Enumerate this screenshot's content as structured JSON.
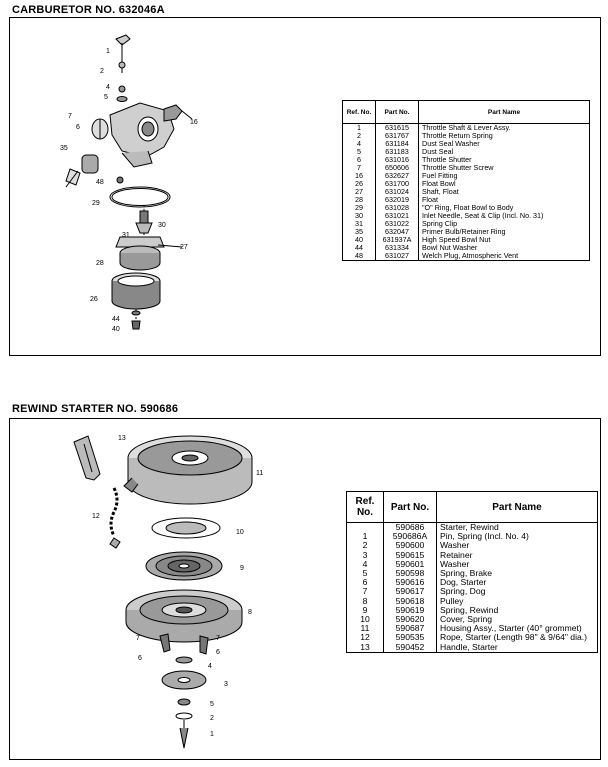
{
  "carburetor": {
    "title": "CARBURETOR NO. 632046A",
    "headers": {
      "ref": "Ref. No.",
      "part": "Part No.",
      "name": "Part Name"
    },
    "rows": [
      {
        "ref": "1",
        "part": "631615",
        "name": "Throttle Shaft & Lever Assy."
      },
      {
        "ref": "2",
        "part": "631767",
        "name": "Throttle Return Spring"
      },
      {
        "ref": "4",
        "part": "631184",
        "name": "Dust Seal Washer"
      },
      {
        "ref": "5",
        "part": "631183",
        "name": "Dust Seal"
      },
      {
        "ref": "6",
        "part": "631016",
        "name": "Throttle Shutter"
      },
      {
        "ref": "7",
        "part": "650606",
        "name": "Throttle Shutter Screw"
      },
      {
        "ref": "16",
        "part": "632627",
        "name": "Fuel Fitting"
      },
      {
        "ref": "26",
        "part": "631700",
        "name": "Float Bowl"
      },
      {
        "ref": "27",
        "part": "631024",
        "name": "Shaft, Float"
      },
      {
        "ref": "28",
        "part": "632019",
        "name": "Float"
      },
      {
        "ref": "29",
        "part": "631028",
        "name": "\"O\" Ring, Float Bowl to Body"
      },
      {
        "ref": "30",
        "part": "631021",
        "name": "Inlet Needle, Seat & Clip (Incl. No. 31)"
      },
      {
        "ref": "31",
        "part": "631022",
        "name": "Spring Clip"
      },
      {
        "ref": "35",
        "part": "632047",
        "name": "Primer Bulb/Retainer Ring"
      },
      {
        "ref": "40",
        "part": "631937A",
        "name": "High Speed Bowl Nut"
      },
      {
        "ref": "44",
        "part": "631334",
        "name": "Bowl Nut Washer"
      },
      {
        "ref": "48",
        "part": "631027",
        "name": "Welch Plug, Atmospheric Vent"
      }
    ],
    "callouts": [
      "1",
      "2",
      "4",
      "5",
      "6",
      "7",
      "16",
      "35",
      "48",
      "29",
      "30",
      "31",
      "27",
      "28",
      "26",
      "44",
      "40"
    ]
  },
  "starter": {
    "title": "REWIND STARTER NO. 590686",
    "headers": {
      "ref": "Ref. No.",
      "part": "Part No.",
      "name": "Part Name"
    },
    "rows": [
      {
        "ref": "",
        "part": "590686",
        "name": "Starter, Rewind"
      },
      {
        "ref": "1",
        "part": "590686A",
        "name": "Pin, Spring (Incl. No. 4)"
      },
      {
        "ref": "2",
        "part": "590600",
        "name": "Washer"
      },
      {
        "ref": "3",
        "part": "590615",
        "name": "Retainer"
      },
      {
        "ref": "4",
        "part": "590601",
        "name": "Washer"
      },
      {
        "ref": "5",
        "part": "590598",
        "name": "Spring, Brake"
      },
      {
        "ref": "6",
        "part": "590616",
        "name": "Dog, Starter"
      },
      {
        "ref": "7",
        "part": "590617",
        "name": "Spring, Dog"
      },
      {
        "ref": "8",
        "part": "590618",
        "name": "Pulley"
      },
      {
        "ref": "9",
        "part": "590619",
        "name": "Spring, Rewind"
      },
      {
        "ref": "10",
        "part": "590620",
        "name": "Cover, Spring"
      },
      {
        "ref": "11",
        "part": "590687",
        "name": "Housing Assy., Starter (40° grommet)"
      },
      {
        "ref": "12",
        "part": "590535",
        "name": "Rope, Starter (Length 98\" & 9/64\" dia.)"
      },
      {
        "ref": "13",
        "part": "590452",
        "name": "Handle, Starter"
      }
    ],
    "callouts": [
      "13",
      "11",
      "12",
      "10",
      "9",
      "8",
      "7",
      "6",
      "5",
      "4",
      "3",
      "2",
      "1"
    ]
  }
}
